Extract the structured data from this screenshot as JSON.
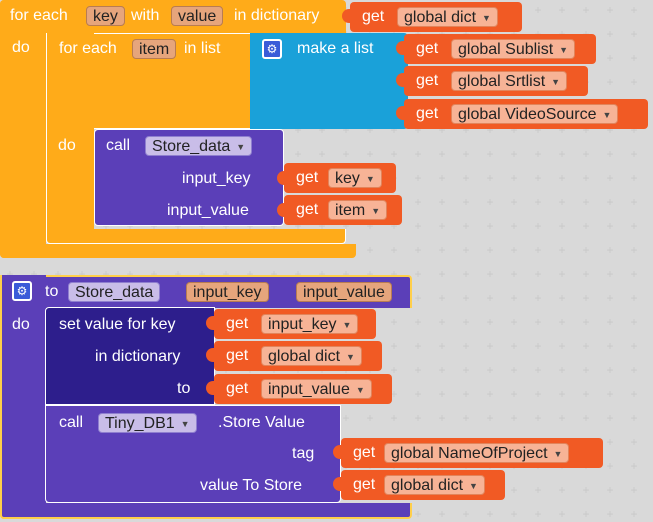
{
  "foreach_dict": {
    "kw_for_each": "for each",
    "key_var": "key",
    "kw_with": "with",
    "value_var": "value",
    "kw_in_dict": "in dictionary",
    "kw_do": "do",
    "dict_get": {
      "get": "get",
      "var": "global dict"
    }
  },
  "foreach_list": {
    "kw_for_each": "for each",
    "item_var": "item",
    "kw_in_list": "in list",
    "kw_do": "do"
  },
  "make_list": {
    "label": "make a list",
    "items": [
      {
        "get": "get",
        "var": "global Sublist"
      },
      {
        "get": "get",
        "var": "global Srtlist"
      },
      {
        "get": "get",
        "var": "global VideoSource"
      }
    ]
  },
  "call_store": {
    "kw_call": "call",
    "proc": "Store_data",
    "arg1_label": "input_key",
    "arg1_get": {
      "get": "get",
      "var": "key"
    },
    "arg2_label": "input_value",
    "arg2_get": {
      "get": "get",
      "var": "item"
    }
  },
  "proc_def": {
    "kw_to": "to",
    "name": "Store_data",
    "param1": "input_key",
    "param2": "input_value",
    "kw_do": "do"
  },
  "set_value": {
    "label": "set value for key",
    "key_get": {
      "get": "get",
      "var": "input_key"
    },
    "in_dict_label": "in dictionary",
    "dict_get": {
      "get": "get",
      "var": "global dict"
    },
    "to_label": "to",
    "to_get": {
      "get": "get",
      "var": "input_value"
    }
  },
  "tinydb_call": {
    "kw_call": "call",
    "component": "Tiny_DB1",
    "method": ".Store Value",
    "tag_label": "tag",
    "tag_get": {
      "get": "get",
      "var": "global NameOfProject"
    },
    "value_label": "value To Store",
    "value_get": {
      "get": "get",
      "var": "global dict"
    }
  },
  "colors": {
    "control": "#ffab19",
    "list": "#1aa1d9",
    "procedure": "#5b3fb8",
    "dictionary": "#2d1e8c",
    "variable": "#f15a24",
    "tinydb": "#5b3fb8"
  }
}
